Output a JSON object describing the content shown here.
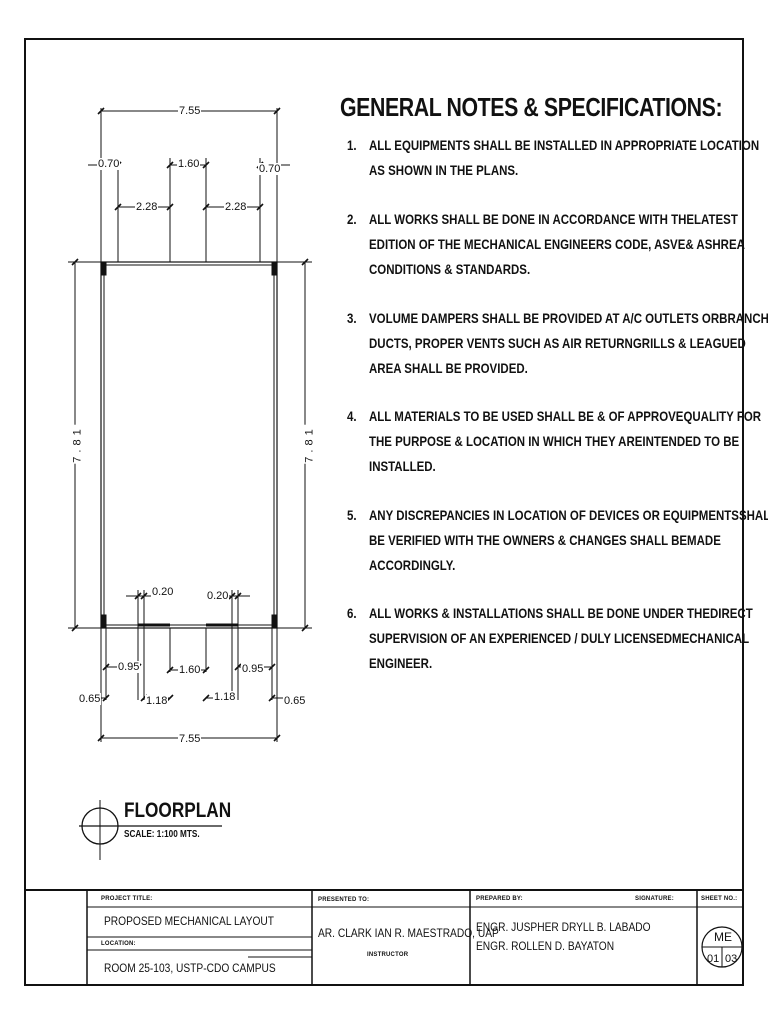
{
  "notes": {
    "title": "GENERAL NOTES & SPECIFICATIONS:",
    "items": [
      {
        "num": "1.",
        "lines": [
          "ALL EQUIPMENTS SHALL BE INSTALLED IN APPROPRIATE LOCATION",
          "AS SHOWN IN THE PLANS."
        ]
      },
      {
        "num": "2.",
        "lines": [
          "ALL WORKS SHALL BE DONE IN ACCORDANCE WITH THELATEST",
          "EDITION OF THE MECHANICAL ENGINEERS CODE, ASVE& ASHREA",
          "CONDITIONS & STANDARDS."
        ]
      },
      {
        "num": "3.",
        "lines": [
          "VOLUME DAMPERS SHALL BE PROVIDED AT A/C OUTLETS ORBRANCH",
          "DUCTS, PROPER VENTS SUCH AS AIR RETURNGRILLS & LEAGUED",
          "AREA SHALL BE PROVIDED."
        ]
      },
      {
        "num": "4.",
        "lines": [
          "ALL MATERIALS TO BE USED SHALL BE & OF APPROVEQUALITY FOR",
          "THE PURPOSE & LOCATION IN WHICH THEY AREINTENDED TO BE",
          "INSTALLED."
        ]
      },
      {
        "num": "5.",
        "lines": [
          "ANY DISCREPANCIES IN LOCATION OF DEVICES OR EQUIPMENTSSHALL",
          "BE VERIFIED WITH THE OWNERS & CHANGES SHALL BEMADE",
          "ACCORDINGLY."
        ]
      },
      {
        "num": "6.",
        "lines": [
          "ALL WORKS & INSTALLATIONS SHALL BE DONE UNDER THEDIRECT",
          "SUPERVISION OF AN EXPERIENCED / DULY LICENSEDMECHANICAL",
          "ENGINEER."
        ]
      }
    ]
  },
  "dims": {
    "top_total": "7.55",
    "top_left_edge": "0.70",
    "top_center": "1.60",
    "top_right_edge": "0.70",
    "top_left_mid": "2.28",
    "top_right_mid": "2.28",
    "left_height": "7.81",
    "right_height": "7.81",
    "bot_left_wall": "0.20",
    "bot_right_wall": "0.20",
    "bot_left_095": "0.95",
    "bot_center": "1.60",
    "bot_right_095": "0.95",
    "bot_left_065": "0.65",
    "bot_left_118": "1.18",
    "bot_right_118": "1.18",
    "bot_right_065": "0.65",
    "bot_total": "7.55"
  },
  "floorplan": {
    "title": "FLOORPLAN",
    "scale": "SCALE: 1:100 MTS."
  },
  "title_block": {
    "project_title_label": "PROJECT TITLE:",
    "project_title": "PROPOSED MECHANICAL LAYOUT",
    "location_label": "LOCATION:",
    "location": "ROOM 25-103, USTP-CDO CAMPUS",
    "presented_to_label": "PRESENTED TO:",
    "presented_to": "AR. CLARK IAN R. MAESTRADO, UAP",
    "presented_role": "INSTRUCTOR",
    "prepared_by_label": "PREPARED BY:",
    "prepared_by_1": "ENGR. JUSPHER DRYLL B. LABADO",
    "prepared_by_2": "ENGR. ROLLEN D. BAYATON",
    "signature_label": "SIGNATURE:",
    "sheet_no_label": "SHEET NO.:",
    "sheet_code": "ME",
    "sheet_num": "01",
    "sheet_total": "03"
  }
}
